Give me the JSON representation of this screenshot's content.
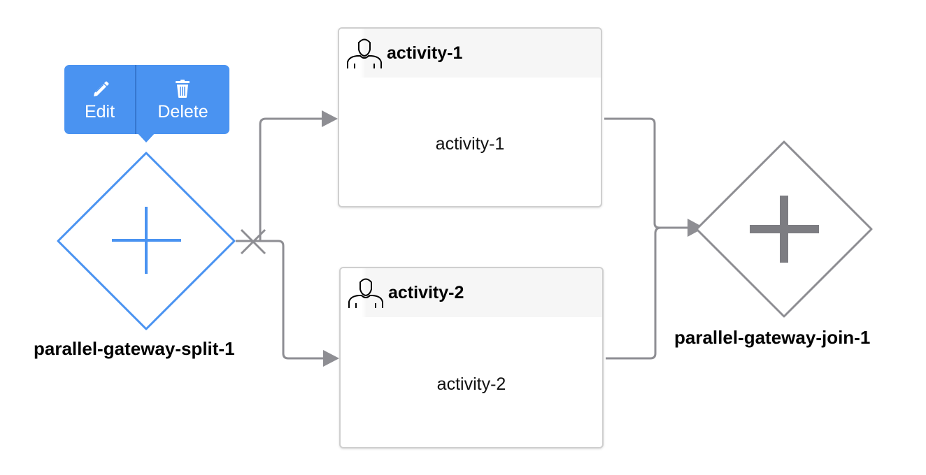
{
  "diagram": {
    "nodes": {
      "split_gateway": {
        "label": "parallel-gateway-split-1",
        "selected": true
      },
      "activity_1": {
        "title": "activity-1",
        "body": "activity-1"
      },
      "activity_2": {
        "title": "activity-2",
        "body": "activity-2"
      },
      "join_gateway": {
        "label": "parallel-gateway-join-1",
        "selected": false
      }
    },
    "edges": [
      {
        "from": "parallel-gateway-split-1",
        "to": "activity-1"
      },
      {
        "from": "parallel-gateway-split-1",
        "to": "activity-2"
      },
      {
        "from": "activity-1",
        "to": "parallel-gateway-join-1"
      },
      {
        "from": "activity-2",
        "to": "parallel-gateway-join-1"
      }
    ]
  },
  "context_toolbar": {
    "edit_label": "Edit",
    "delete_label": "Delete"
  },
  "colors": {
    "selection_accent": "#4a93f1",
    "connector": "#8e8e93",
    "join_plus": "#7d7d82"
  },
  "icons": {
    "activity_type": "user-icon",
    "edit": "pencil-icon",
    "delete": "trash-icon",
    "gateway": "plus-icon",
    "delete_connector": "close-icon"
  }
}
